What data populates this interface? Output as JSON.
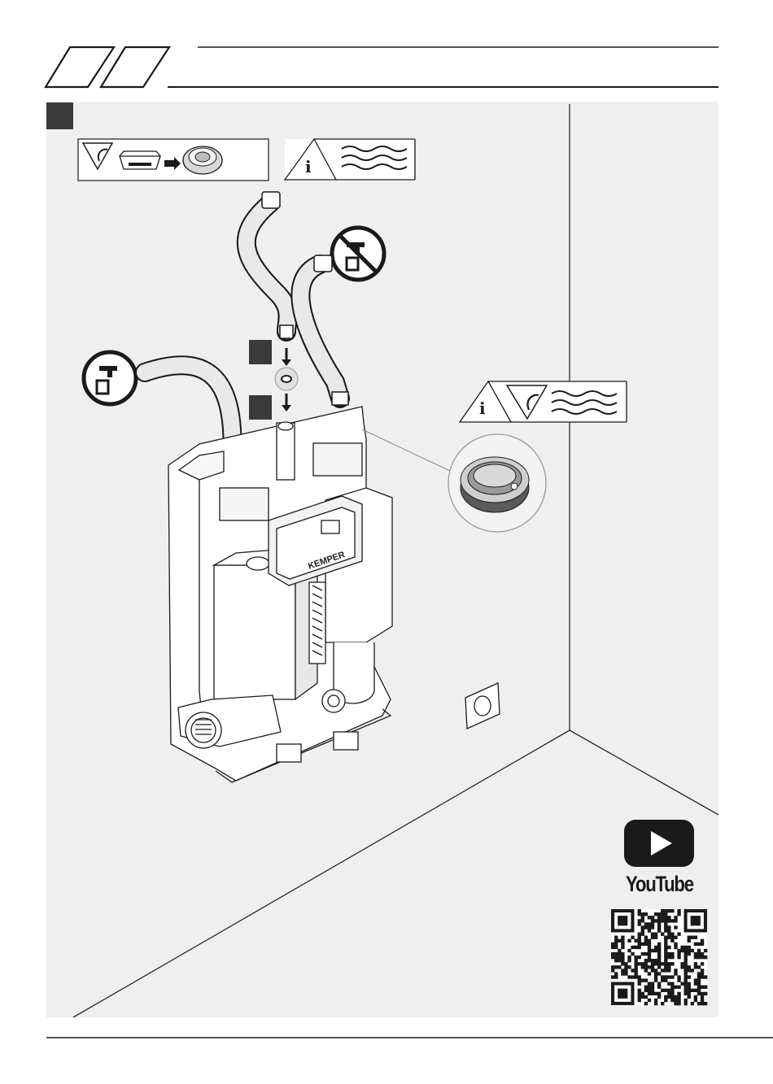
{
  "header": {
    "logo": "kemper-stripes-logo"
  },
  "step": {
    "marker": "step-marker-box"
  },
  "icons": {
    "unpack": "unpack-component-icon",
    "info_water": "info-water-icon",
    "no_drinking_water": "no-drinking-water-icon",
    "drinking_water": "drinking-water-icon",
    "info_filter": "info-filter-water-icon",
    "youtube": "youtube-play-icon",
    "qr": "qr-code-icon"
  },
  "youtube": {
    "label": "YouTube"
  },
  "brand": {
    "device_label": "KEMPER"
  },
  "colors": {
    "panel": "#efefef",
    "ink": "#1a1a1a",
    "marker": "#3a3a3a"
  }
}
